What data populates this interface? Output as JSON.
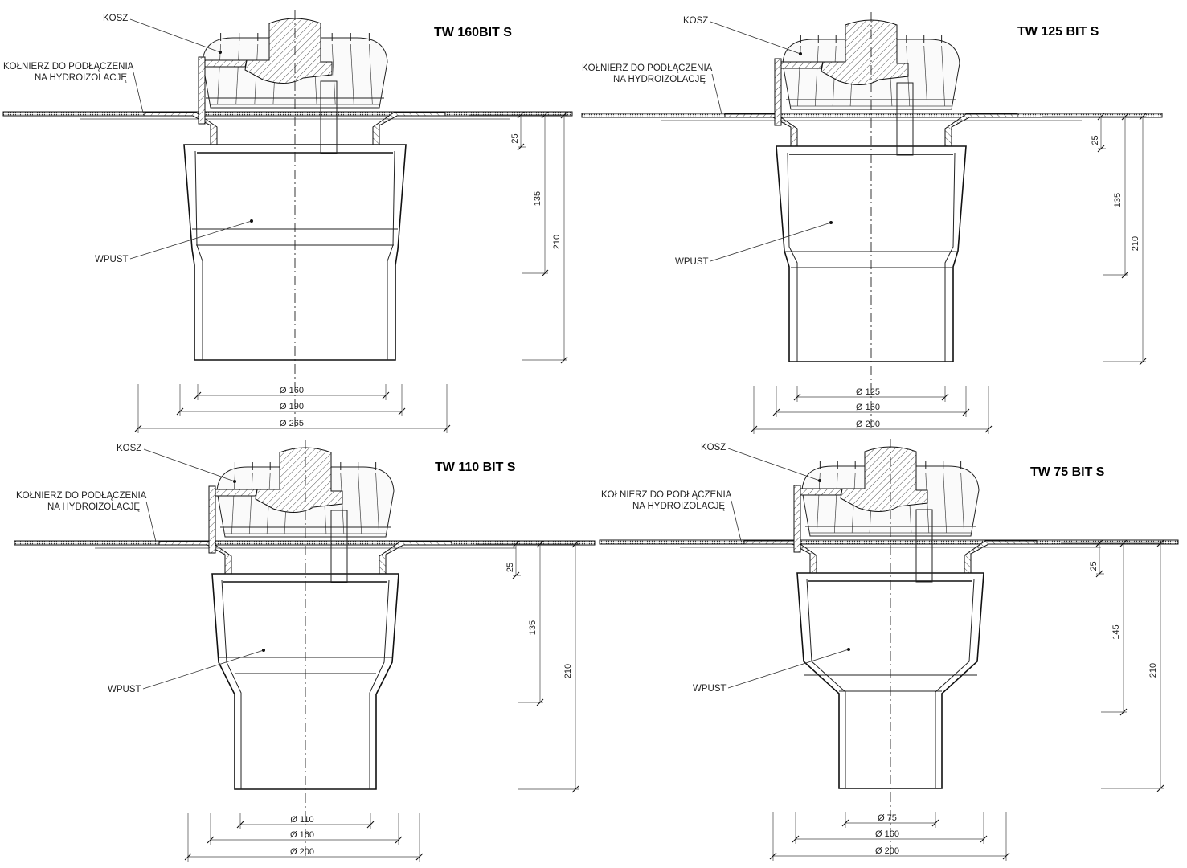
{
  "drawings": [
    {
      "title": "TW 160BIT S",
      "labels": {
        "basket": "KOSZ",
        "flange_line1": "KOŁNIERZ DO PODŁĄCZENIA",
        "flange_line2": "NA HYDROIZOLACJĘ",
        "body": "WPUST"
      },
      "vertical_dims": [
        "25",
        "135",
        "210"
      ],
      "diameters": [
        "Ø 160",
        "Ø 190",
        "Ø 265"
      ]
    },
    {
      "title": "TW 125 BIT S",
      "labels": {
        "basket": "KOSZ",
        "flange_line1": "KOŁNIERZ DO PODŁĄCZENIA",
        "flange_line2": "NA HYDROIZOLACJĘ",
        "body": "WPUST"
      },
      "vertical_dims": [
        "25",
        "135",
        "210"
      ],
      "diameters": [
        "Ø 125",
        "Ø 160",
        "Ø 200"
      ]
    },
    {
      "title": "TW 110 BIT S",
      "labels": {
        "basket": "KOSZ",
        "flange_line1": "KOŁNIERZ DO PODŁĄCZENIA",
        "flange_line2": "NA HYDROIZOLACJĘ",
        "body": "WPUST"
      },
      "vertical_dims": [
        "25",
        "135",
        "210"
      ],
      "diameters": [
        "Ø 110",
        "Ø 160",
        "Ø 200"
      ]
    },
    {
      "title": "TW 75 BIT S",
      "labels": {
        "basket": "KOSZ",
        "flange_line1": "KOŁNIERZ DO PODŁĄCZENIA",
        "flange_line2": "NA HYDROIZOLACJĘ",
        "body": "WPUST"
      },
      "vertical_dims": [
        "25",
        "145",
        "210"
      ],
      "diameters": [
        "Ø 75",
        "Ø 160",
        "Ø 200"
      ]
    }
  ]
}
